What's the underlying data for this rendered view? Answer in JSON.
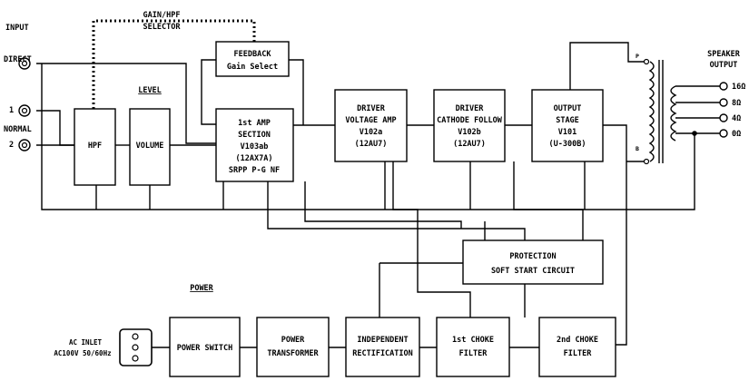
{
  "labels": {
    "input": "INPUT",
    "direct": "DIRECT",
    "one": "1",
    "normal": "NORMAL",
    "two": "2",
    "gain_hpf_1": "GAIN/HPF",
    "gain_hpf_2": "SELECTOR",
    "level": "LEVEL",
    "power": "POWER",
    "speaker_1": "SPEAKER",
    "speaker_2": "OUTPUT",
    "tap_p": "P",
    "tap_b": "B",
    "tap_16": "16Ω",
    "tap_8": "8Ω",
    "tap_4": "4Ω",
    "tap_0": "0Ω",
    "ac_1": "AC INLET",
    "ac_2": "AC100V 50/60Hz"
  },
  "blocks": {
    "hpf": [
      "HPF"
    ],
    "volume": [
      "VOLUME"
    ],
    "feedback": [
      "FEEDBACK",
      "Gain Select"
    ],
    "amp1": [
      "1st AMP",
      "SECTION",
      "V103ab",
      "(12AX7A)",
      "SRPP P-G NF"
    ],
    "driver_va": [
      "DRIVER",
      "VOLTAGE AMP",
      "V102a",
      "(12AU7)"
    ],
    "driver_cf": [
      "DRIVER",
      "CATHODE FOLLOW",
      "V102b",
      "(12AU7)"
    ],
    "output": [
      "OUTPUT",
      "STAGE",
      "V101",
      "(U-300B)"
    ],
    "protection": [
      "PROTECTION",
      "SOFT START CIRCUIT"
    ],
    "power_switch": [
      "POWER SWITCH"
    ],
    "power_tx": [
      "POWER",
      "TRANSFORMER"
    ],
    "rectification": [
      "INDEPENDENT",
      "RECTIFICATION"
    ],
    "choke1": [
      "1st CHOKE",
      "FILTER"
    ],
    "choke2": [
      "2nd CHOKE",
      "FILTER"
    ]
  }
}
